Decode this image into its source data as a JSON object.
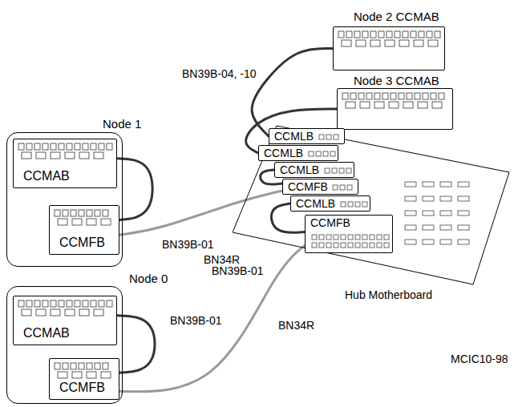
{
  "diagram": {
    "nodes": [
      {
        "text": [
          "Node 2 CCMAB"
        ]
      },
      {
        "text": [
          "Node 3 CCMAB"
        ]
      },
      {
        "text": [
          "Node 1"
        ]
      },
      {
        "text": [
          "CCMAB"
        ],
        "in": 2
      },
      {
        "text": [
          "CCMFB"
        ],
        "in": 2
      },
      {
        "text": [
          "Hub Motherboard"
        ]
      },
      {
        "text": [
          "CCMLB"
        ],
        "in": 5
      },
      {
        "text": [
          "CCMLB"
        ],
        "in": 5
      },
      {
        "text": [
          "CCMLB"
        ],
        "in": 5
      },
      {
        "text": [
          "CCMFB"
        ],
        "in": 5
      },
      {
        "text": [
          "CCMLB"
        ],
        "in": 5
      },
      {
        "text": [
          "CCMFB"
        ],
        "in": 5
      },
      {
        "text": [
          "Node 0"
        ]
      },
      {
        "text": [
          "CCMAB"
        ],
        "in": 12
      },
      {
        "text": [
          "CCMFB"
        ],
        "in": 12
      }
    ],
    "edges": [
      {
        "from": 0,
        "to": 6,
        "label": "BN39B-04, -10",
        "arrow": "none"
      },
      {
        "from": 1,
        "to": 7,
        "arrow": "none"
      },
      {
        "from": 3,
        "to": 4,
        "label": "BN39B-01",
        "arrow": "none"
      },
      {
        "from": 4,
        "to": 9,
        "label": "BN34R",
        "arrow": "none"
      },
      {
        "from": 8,
        "to": 9,
        "arrow": "none"
      },
      {
        "from": 10,
        "to": 11,
        "label": "BN39B-01",
        "arrow": "none"
      },
      {
        "from": 13,
        "to": 14,
        "label": "BN39B-01",
        "arrow": "none"
      },
      {
        "from": 14,
        "to": 11,
        "label": "BN34R",
        "arrow": "none"
      }
    ],
    "labels": [
      "MCIC10-98"
    ]
  }
}
